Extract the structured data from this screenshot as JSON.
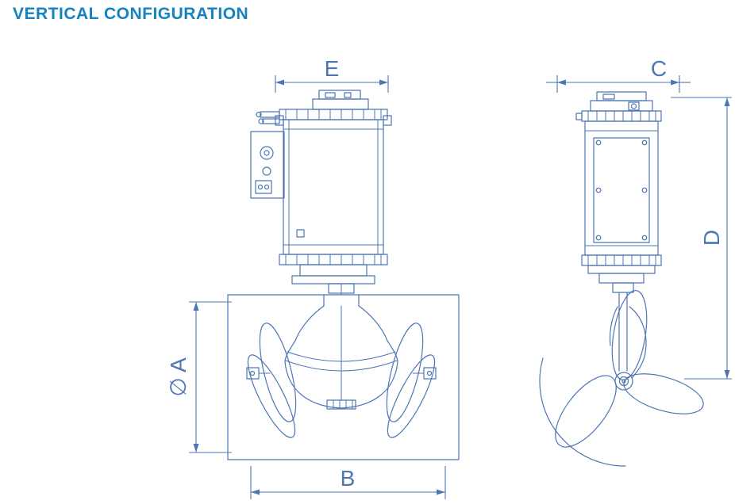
{
  "page": {
    "title": "VERTICAL CONFIGURATION"
  },
  "colors": {
    "title": "#1583bd",
    "line": "#4d76b3",
    "background": "#ffffff"
  },
  "drawing": {
    "description": "Technical line drawing of a vertically configured bow thruster, front view (motor above tunnel with propeller) and side view (motor above exposed propeller)",
    "front_view": {
      "dims": {
        "motor_width": "E",
        "tunnel_diameter": "∅ A",
        "propeller_width": "B"
      }
    },
    "side_view": {
      "dims": {
        "motor_depth": "C",
        "overall_height": "D"
      }
    }
  }
}
